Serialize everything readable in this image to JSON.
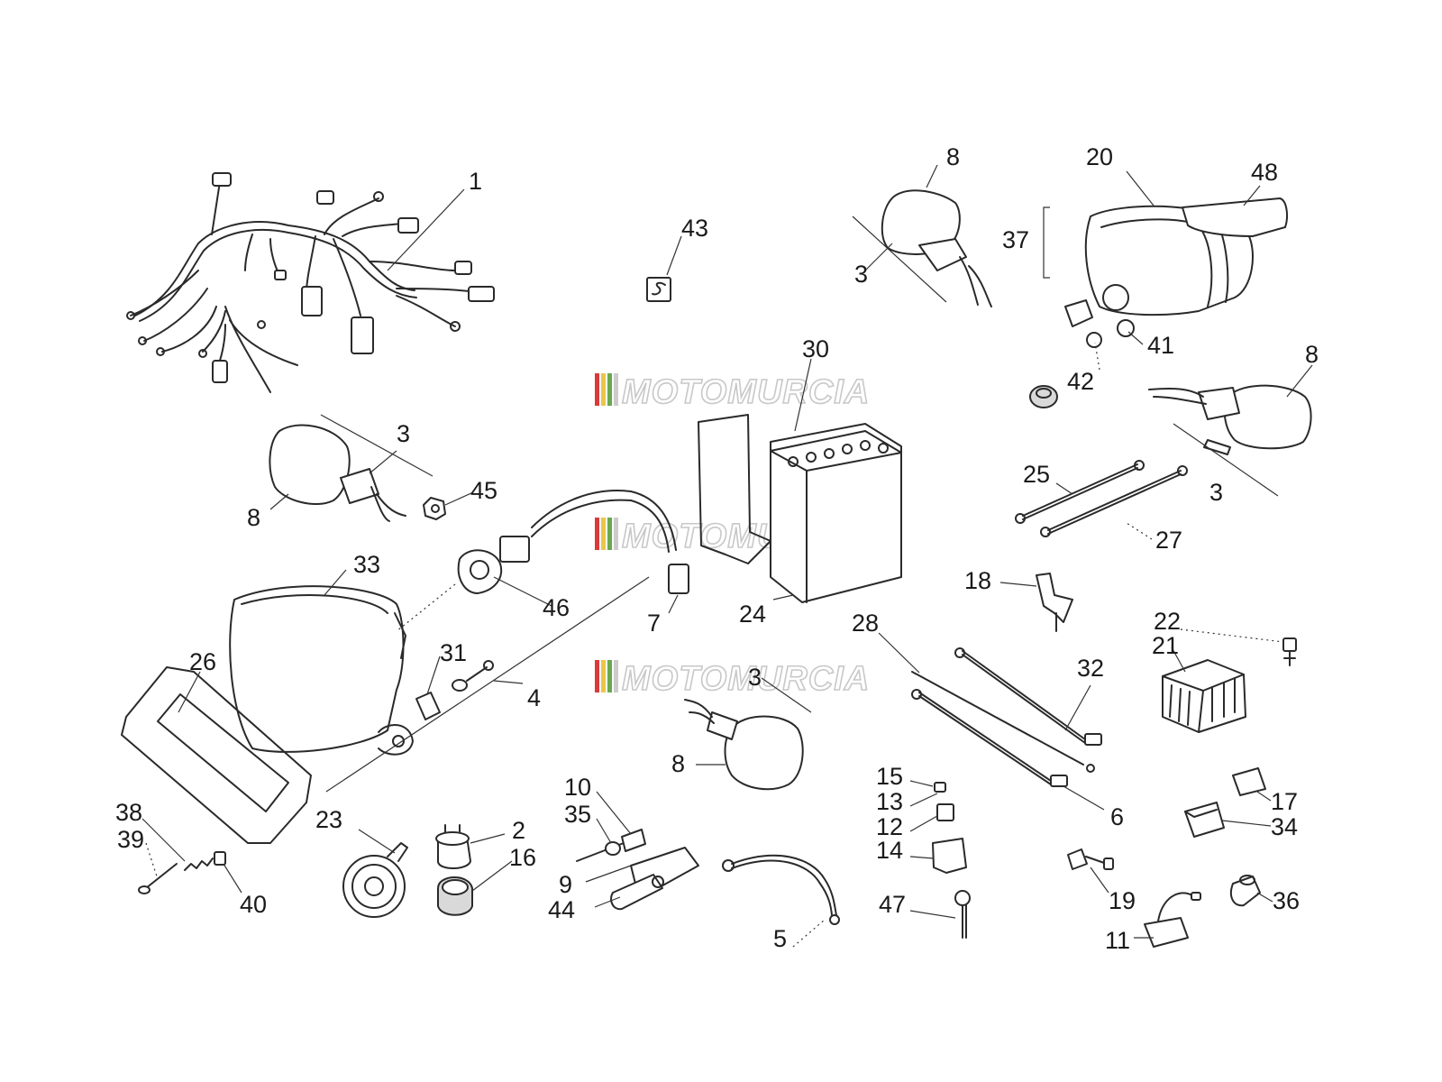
{
  "watermark": {
    "text": "MOTOMURCIA",
    "stripe_colors": [
      "#d93a3a",
      "#e8c84a",
      "#6aa84f",
      "#cccccc"
    ]
  },
  "callouts": [
    {
      "id": "c1",
      "label": "1"
    },
    {
      "id": "c43",
      "label": "43"
    },
    {
      "id": "c8a",
      "label": "8"
    },
    {
      "id": "c20",
      "label": "20"
    },
    {
      "id": "c48",
      "label": "48"
    },
    {
      "id": "c37",
      "label": "37"
    },
    {
      "id": "c3a",
      "label": "3"
    },
    {
      "id": "c41",
      "label": "41"
    },
    {
      "id": "c42",
      "label": "42"
    },
    {
      "id": "c8b",
      "label": "8"
    },
    {
      "id": "c30",
      "label": "30"
    },
    {
      "id": "c3b",
      "label": "3"
    },
    {
      "id": "c8c",
      "label": "8"
    },
    {
      "id": "c45",
      "label": "45"
    },
    {
      "id": "c25",
      "label": "25"
    },
    {
      "id": "c3c",
      "label": "3"
    },
    {
      "id": "c27",
      "label": "27"
    },
    {
      "id": "c33",
      "label": "33"
    },
    {
      "id": "c46",
      "label": "46"
    },
    {
      "id": "c7",
      "label": "7"
    },
    {
      "id": "c24",
      "label": "24"
    },
    {
      "id": "c18",
      "label": "18"
    },
    {
      "id": "c26",
      "label": "26"
    },
    {
      "id": "c31",
      "label": "31"
    },
    {
      "id": "c4",
      "label": "4"
    },
    {
      "id": "c28",
      "label": "28"
    },
    {
      "id": "c22",
      "label": "22"
    },
    {
      "id": "c21",
      "label": "21"
    },
    {
      "id": "c32",
      "label": "32"
    },
    {
      "id": "c3d",
      "label": "3"
    },
    {
      "id": "c8d",
      "label": "8"
    },
    {
      "id": "c15",
      "label": "15"
    },
    {
      "id": "c13",
      "label": "13"
    },
    {
      "id": "c12",
      "label": "12"
    },
    {
      "id": "c14",
      "label": "14"
    },
    {
      "id": "c6",
      "label": "6"
    },
    {
      "id": "c17",
      "label": "17"
    },
    {
      "id": "c34",
      "label": "34"
    },
    {
      "id": "c38",
      "label": "38"
    },
    {
      "id": "c39",
      "label": "39"
    },
    {
      "id": "c40",
      "label": "40"
    },
    {
      "id": "c23",
      "label": "23"
    },
    {
      "id": "c2",
      "label": "2"
    },
    {
      "id": "c16",
      "label": "16"
    },
    {
      "id": "c10",
      "label": "10"
    },
    {
      "id": "c35",
      "label": "35"
    },
    {
      "id": "c9",
      "label": "9"
    },
    {
      "id": "c44",
      "label": "44"
    },
    {
      "id": "c5",
      "label": "5"
    },
    {
      "id": "c47",
      "label": "47"
    },
    {
      "id": "c19",
      "label": "19"
    },
    {
      "id": "c36",
      "label": "36"
    },
    {
      "id": "c11",
      "label": "11"
    }
  ]
}
